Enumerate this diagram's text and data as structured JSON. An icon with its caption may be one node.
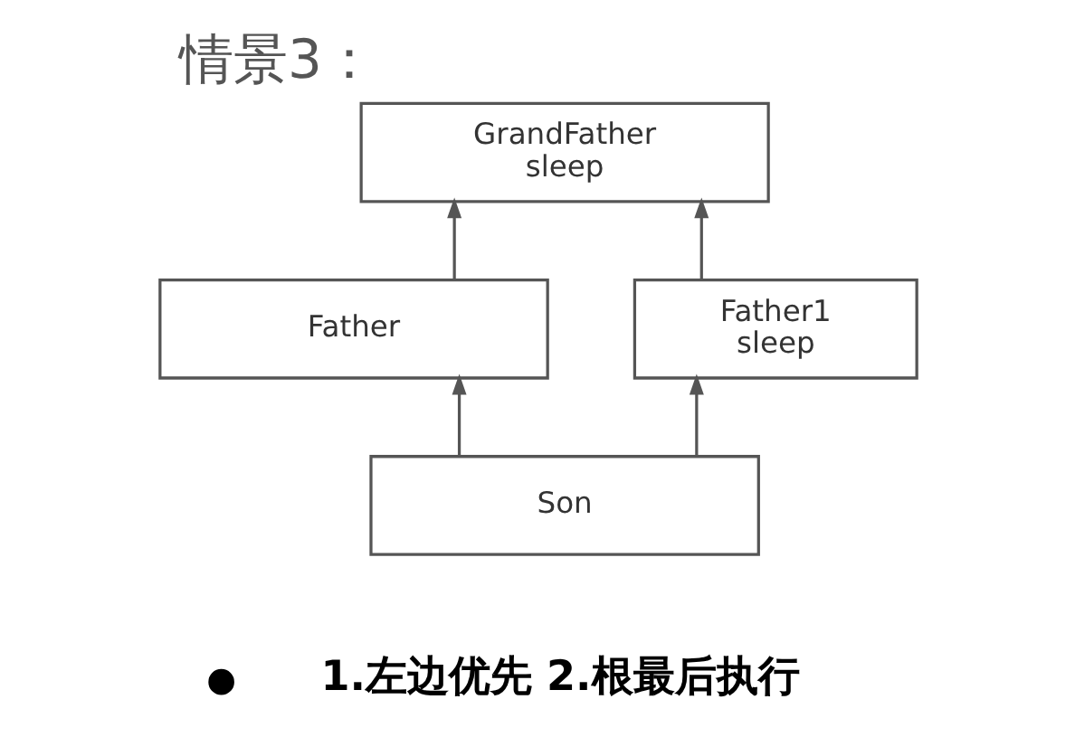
{
  "diagram": {
    "title": "情景3：",
    "nodes": [
      {
        "text": [
          "GrandFather",
          "sleep"
        ]
      },
      {
        "text": [
          "Father"
        ]
      },
      {
        "text": [
          "Father1",
          "sleep"
        ]
      },
      {
        "text": [
          "Son"
        ]
      }
    ],
    "edges": [
      {
        "from": 1,
        "to": 0,
        "arrow": "to"
      },
      {
        "from": 2,
        "to": 0,
        "arrow": "to"
      },
      {
        "from": 3,
        "to": 1,
        "arrow": "to"
      },
      {
        "from": 3,
        "to": 2,
        "arrow": "to"
      }
    ],
    "labels": [
      "1.左边优先 2.根最后执行"
    ]
  }
}
